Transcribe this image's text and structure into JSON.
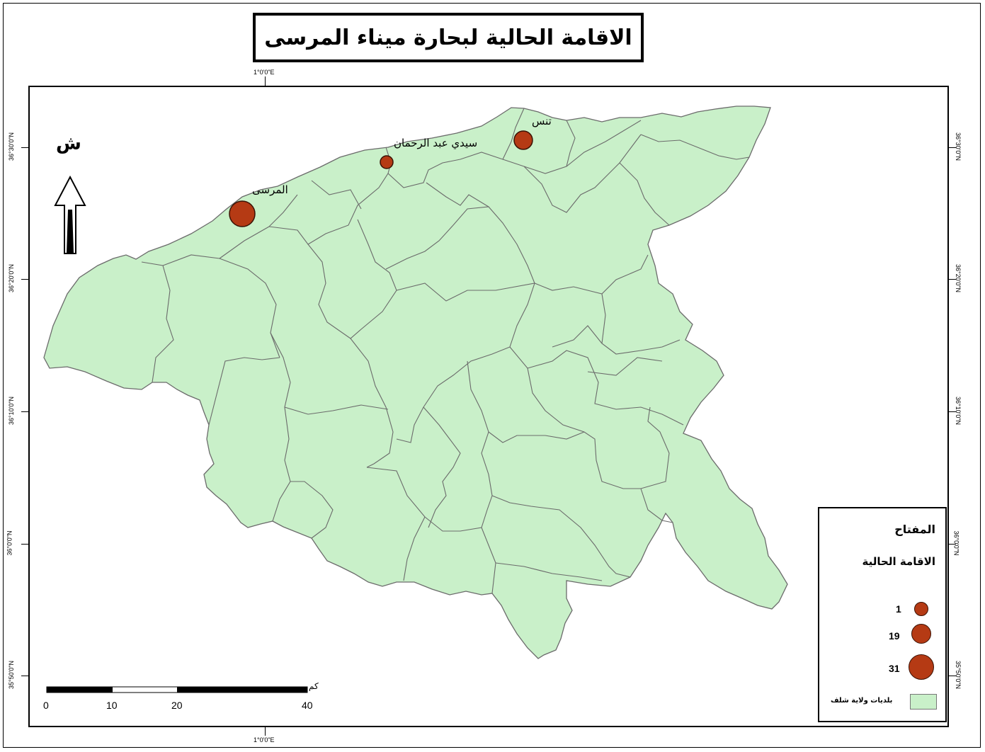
{
  "title": "الاقامة الحالية لبحارة ميناء المرسى",
  "north_label": "ش",
  "places": [
    {
      "name": "المرسى",
      "value": 31
    },
    {
      "name": "سيدي عبد الرحمان",
      "value": 1
    },
    {
      "name": "تنس",
      "value": 19
    }
  ],
  "graticule": {
    "top_lon": "1°0'0\"E",
    "bottom_lon": "1°0'0\"E",
    "lats": [
      "36°30'0\"N",
      "36°20'0\"N",
      "36°10'0\"N",
      "36°0'0\"N",
      "35°50'0\"N"
    ]
  },
  "legend": {
    "title": "المفتاح",
    "subtitle": "الاقامة الحالية",
    "classes": [
      "1",
      "19",
      "31"
    ],
    "area_label": "بلديات ولاية شلف"
  },
  "scale_bar": {
    "unit": "كم",
    "ticks": [
      "0",
      "10",
      "20",
      "40"
    ]
  },
  "colors": {
    "land": "#c9f0c9",
    "border": "#6b6b6b",
    "symbol": "#b53a14"
  }
}
